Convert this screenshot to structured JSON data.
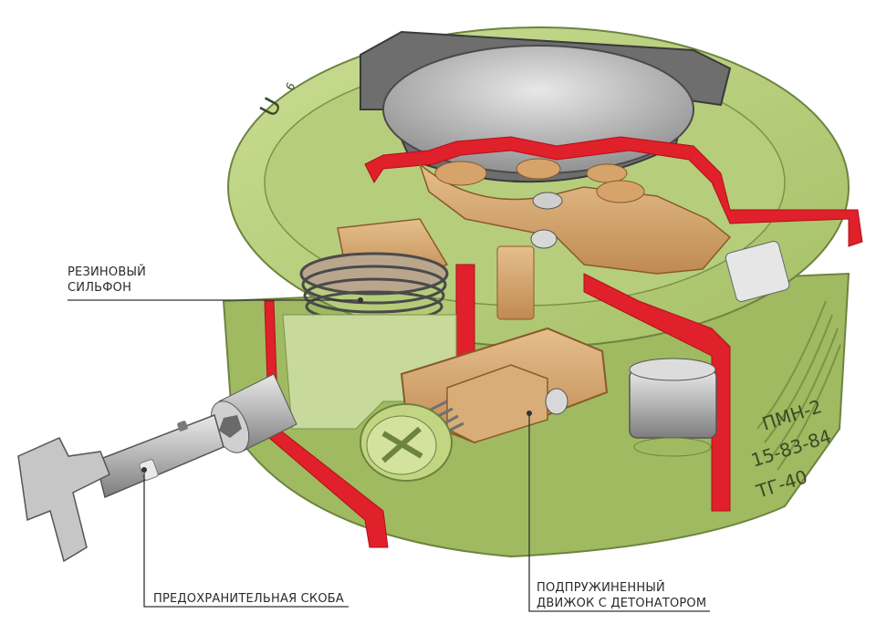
{
  "labels": {
    "bellows": {
      "line1": "РЕЗИНОВЫЙ",
      "line2": "СИЛЬФОН"
    },
    "safety_pin": {
      "line1": "ПРЕДОХРАНИТЕЛЬНАЯ СКОБА"
    },
    "slider": {
      "line1": "ПОДПРУЖИНЕННЫЙ",
      "line2": "ДВИЖОК С ДЕТОНАТОРОМ"
    }
  },
  "casing_marks": {
    "top_left_symbol": "U",
    "top_left_sub": "6",
    "model_line1": "ПМН-2",
    "model_line2": "15-83-84",
    "model_line3": "ТГ-40"
  },
  "colors": {
    "casing": "#b9d07f",
    "casing_dark": "#93ad58",
    "section_cut": "#e0202a",
    "brass": "#d6a36b",
    "steel": "#b8b8b8",
    "leader": "#333333"
  }
}
